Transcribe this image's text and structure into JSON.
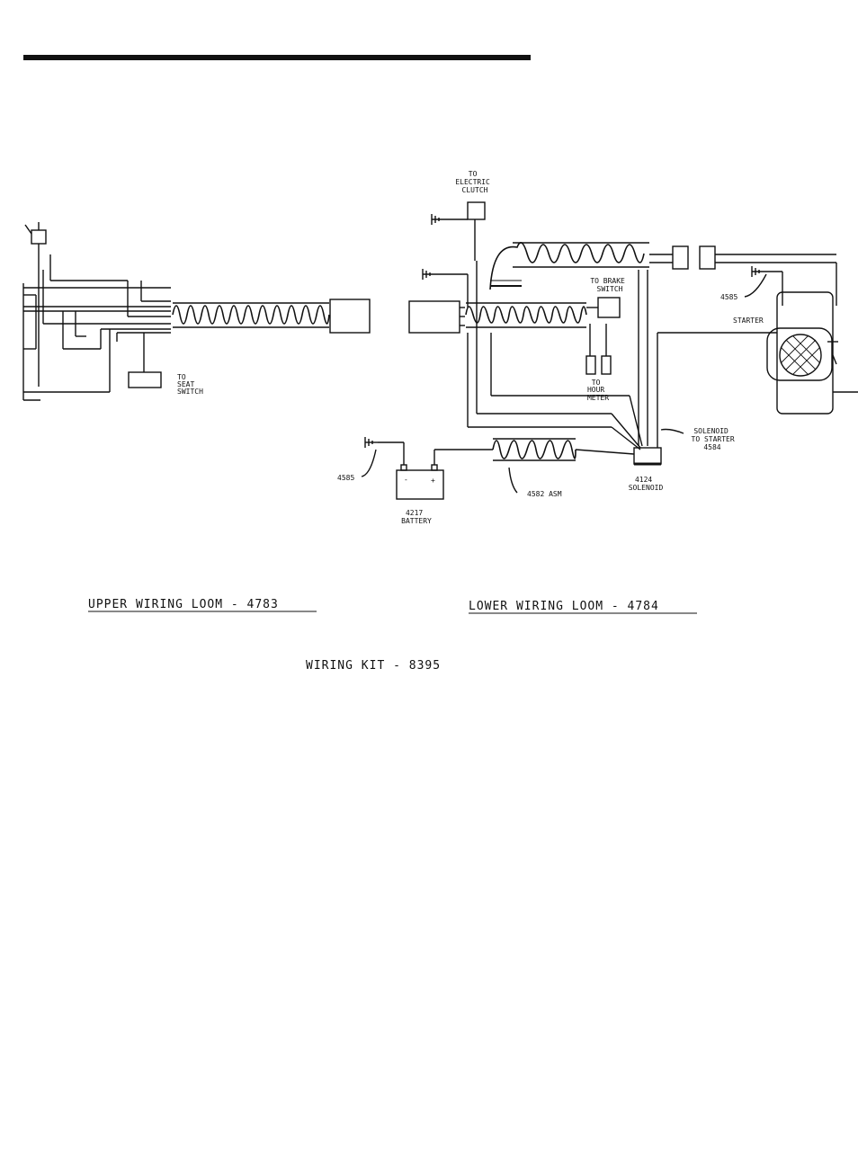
{
  "labels": {
    "to_electric_clutch": [
      "TO",
      "ELECTRIC",
      "CLUTCH"
    ],
    "to_brake_switch": [
      "TO BRAKE",
      "SWITCH"
    ],
    "to_seat_switch": [
      "TO",
      "SEAT",
      "SWITCH"
    ],
    "to_hour_meter": [
      "TO",
      "HOUR",
      "METER"
    ],
    "starter": "STARTER",
    "ground_ref_right": "4585",
    "ground_ref_left": "4585",
    "solenoid_to_starter": [
      "SOLENOID",
      "TO STARTER",
      "4584"
    ],
    "solenoid": [
      "4124",
      "SOLENOID"
    ],
    "cable_asm": "4582 ASM",
    "battery": [
      "4217",
      "BATTERY"
    ],
    "battery_neg": "-",
    "battery_pos": "+"
  },
  "captions": {
    "upper": "UPPER WIRING LOOM - 4783",
    "lower": "LOWER WIRING LOOM - 4784",
    "kit": "WIRING KIT - 8395"
  },
  "colors": {
    "ink": "#111111",
    "paper": "#ffffff"
  }
}
